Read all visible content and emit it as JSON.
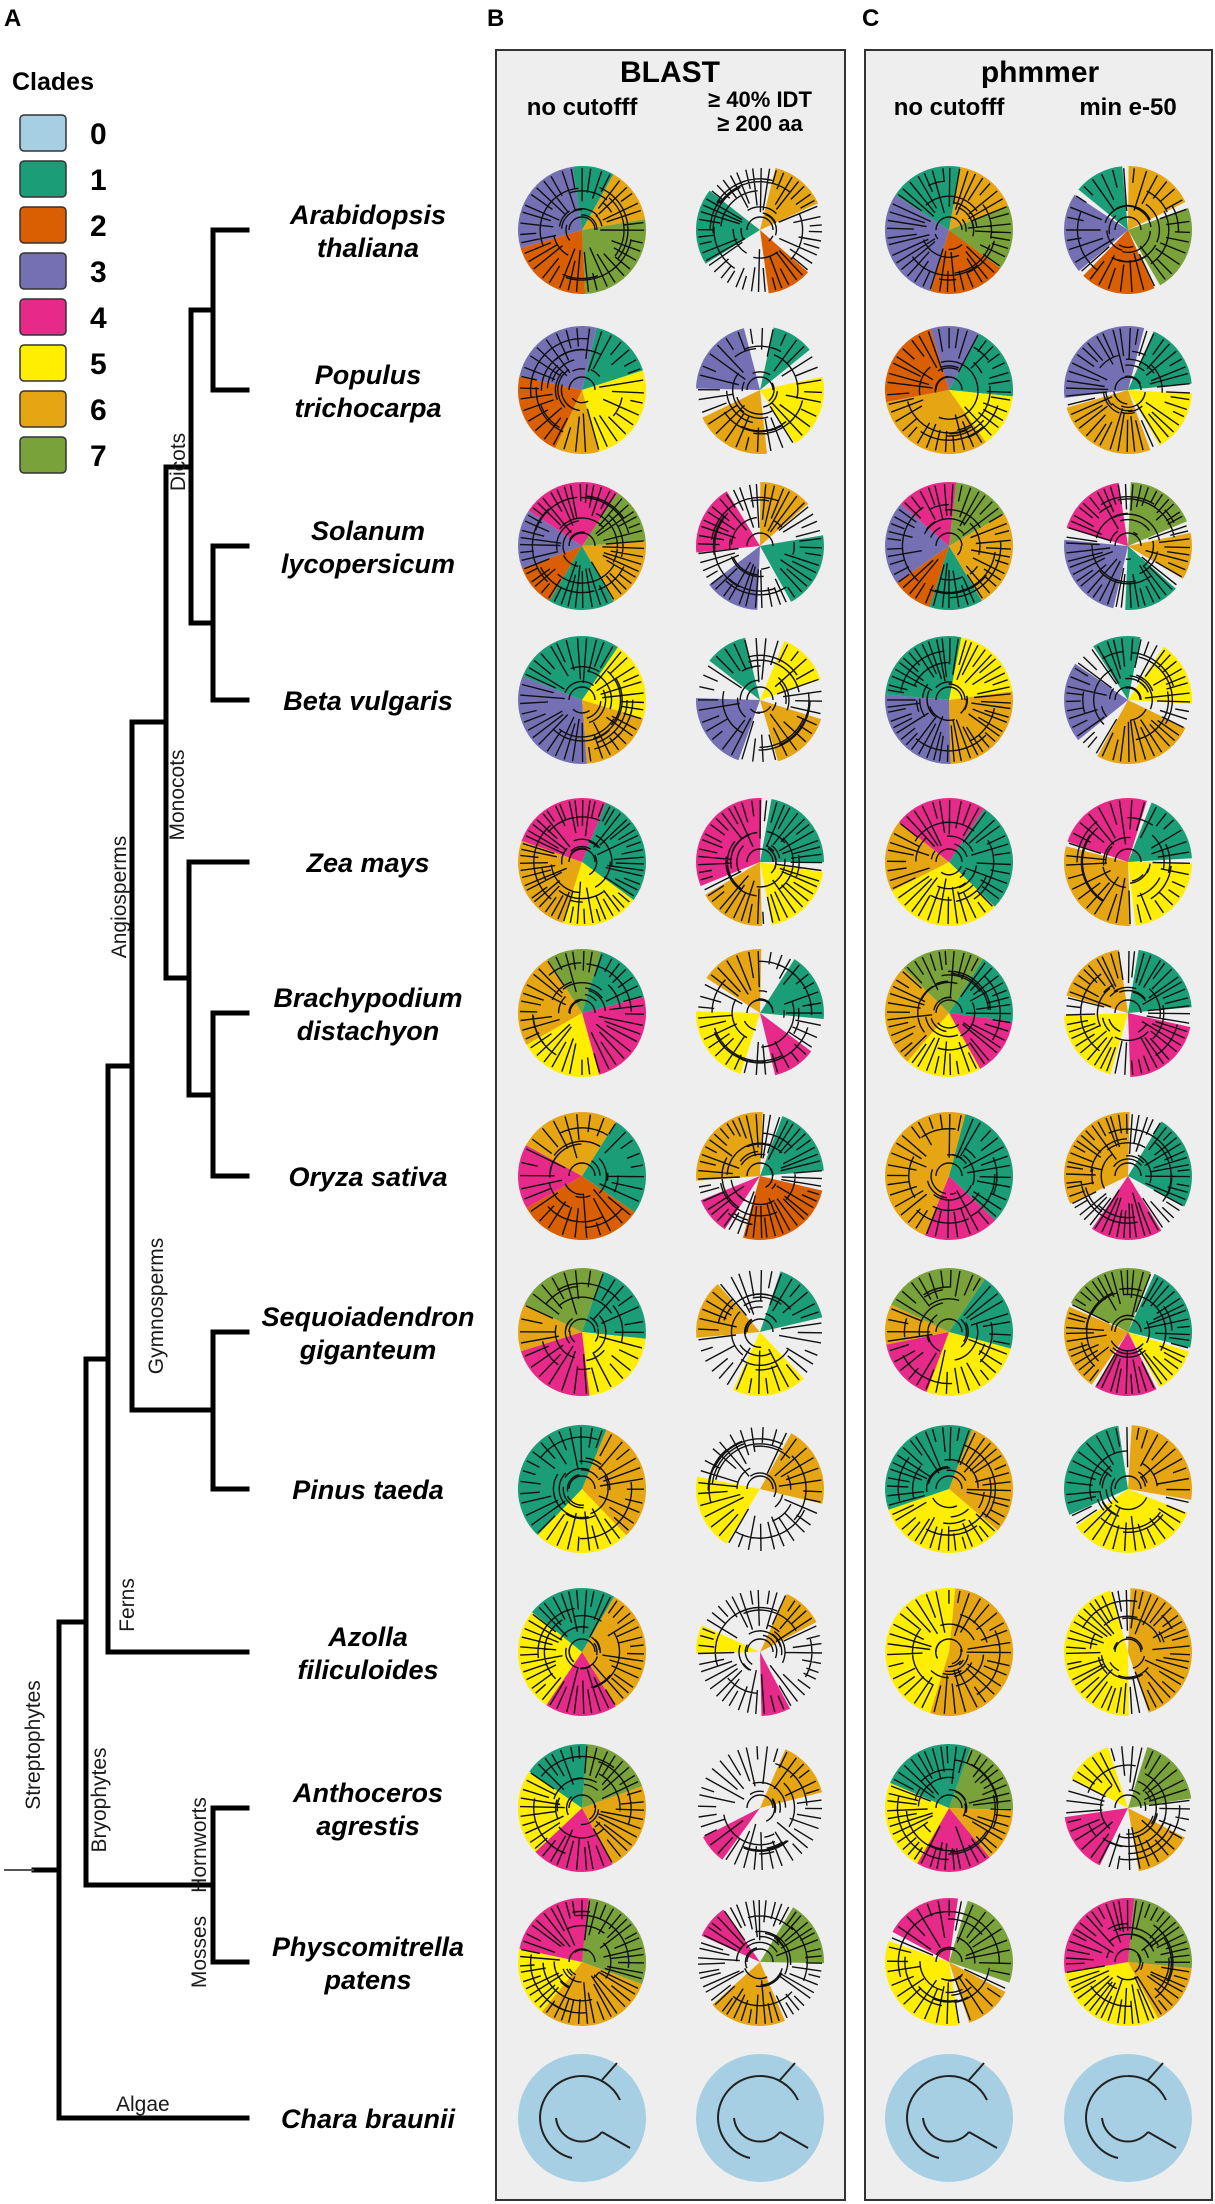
{
  "panels": {
    "a": "A",
    "b": "B",
    "c": "C"
  },
  "legend": {
    "title": "Clades",
    "items": [
      {
        "label": "0",
        "color": "#a6cfe3"
      },
      {
        "label": "1",
        "color": "#1b9e77"
      },
      {
        "label": "2",
        "color": "#d95f02"
      },
      {
        "label": "3",
        "color": "#7570b3"
      },
      {
        "label": "4",
        "color": "#e7298a"
      },
      {
        "label": "5",
        "color": "#ffee00"
      },
      {
        "label": "6",
        "color": "#e6a614"
      },
      {
        "label": "7",
        "color": "#7aa23a"
      }
    ]
  },
  "panel_b": {
    "title": "BLAST",
    "col1": "no cutofff",
    "col2_line1": "≥ 40% IDT",
    "col2_line2": "≥ 200 aa"
  },
  "panel_c": {
    "title": "phmmer",
    "col1": "no cutofff",
    "col2": "min e-50"
  },
  "groups": {
    "dicots": "Dicots",
    "monocots": "Monocots",
    "angiosperms": "Angiosperms",
    "gymnosperms": "Gymnosperms",
    "ferns": "Ferns",
    "streptophytes": "Streptophytes",
    "bryophytes": "Bryophytes",
    "hornworts": "Hornworts",
    "mosses": "Mosses",
    "algae": "Algae"
  },
  "species": [
    {
      "line1": "Arabidopsis",
      "line2": "thaliana",
      "trees": [
        {
          "fill": [
            6,
            7,
            2,
            3,
            1
          ],
          "white": 0
        },
        {
          "fill": [
            6,
            2,
            1
          ],
          "white": 0.55
        },
        {
          "fill": [
            6,
            7,
            2,
            3,
            1
          ],
          "white": 0
        },
        {
          "fill": [
            6,
            7,
            2,
            3,
            1
          ],
          "white": 0.08
        }
      ]
    },
    {
      "line1": "Populus",
      "line2": "trichocarpa",
      "trees": [
        {
          "fill": [
            1,
            5,
            6,
            2,
            3
          ],
          "white": 0
        },
        {
          "fill": [
            1,
            5,
            6,
            3
          ],
          "white": 0.3
        },
        {
          "fill": [
            1,
            5,
            6,
            2,
            3
          ],
          "white": 0
        },
        {
          "fill": [
            1,
            5,
            6,
            3
          ],
          "white": 0.1
        }
      ]
    },
    {
      "line1": "Solanum",
      "line2": "lycopersicum",
      "trees": [
        {
          "fill": [
            7,
            6,
            1,
            2,
            3,
            4
          ],
          "white": 0
        },
        {
          "fill": [
            6,
            1,
            3,
            4
          ],
          "white": 0.35
        },
        {
          "fill": [
            7,
            6,
            1,
            2,
            3,
            4
          ],
          "white": 0
        },
        {
          "fill": [
            7,
            6,
            1,
            3,
            4
          ],
          "white": 0.15
        }
      ]
    },
    {
      "line1": "Beta vulgaris",
      "line2": "",
      "trees": [
        {
          "fill": [
            5,
            6,
            3,
            1
          ],
          "white": 0
        },
        {
          "fill": [
            5,
            6,
            3,
            1
          ],
          "white": 0.4
        },
        {
          "fill": [
            5,
            6,
            3,
            1
          ],
          "white": 0
        },
        {
          "fill": [
            5,
            6,
            3,
            1
          ],
          "white": 0.25
        }
      ]
    },
    {
      "line1": "Zea mays",
      "line2": "",
      "trees": [
        {
          "fill": [
            1,
            5,
            6,
            4
          ],
          "white": 0
        },
        {
          "fill": [
            1,
            5,
            6,
            4
          ],
          "white": 0.1
        },
        {
          "fill": [
            1,
            5,
            6,
            4
          ],
          "white": 0
        },
        {
          "fill": [
            1,
            5,
            6,
            4
          ],
          "white": 0.05
        }
      ]
    },
    {
      "line1": "Brachypodium",
      "line2": "distachyon",
      "trees": [
        {
          "fill": [
            1,
            4,
            5,
            6,
            7
          ],
          "white": 0
        },
        {
          "fill": [
            1,
            4,
            5,
            6
          ],
          "white": 0.35
        },
        {
          "fill": [
            1,
            4,
            5,
            6,
            7
          ],
          "white": 0
        },
        {
          "fill": [
            1,
            4,
            5,
            6
          ],
          "white": 0.2
        }
      ]
    },
    {
      "line1": "Oryza sativa",
      "line2": "",
      "trees": [
        {
          "fill": [
            1,
            2,
            4,
            6
          ],
          "white": 0
        },
        {
          "fill": [
            1,
            2,
            4,
            6
          ],
          "white": 0.2
        },
        {
          "fill": [
            1,
            4,
            6
          ],
          "white": 0
        },
        {
          "fill": [
            1,
            4,
            6
          ],
          "white": 0.25
        }
      ]
    },
    {
      "line1": "Sequoiadendron",
      "line2": "giganteum",
      "trees": [
        {
          "fill": [
            1,
            5,
            4,
            6,
            7
          ],
          "white": 0
        },
        {
          "fill": [
            1,
            5,
            6
          ],
          "white": 0.5
        },
        {
          "fill": [
            1,
            5,
            4,
            6,
            7
          ],
          "white": 0
        },
        {
          "fill": [
            1,
            5,
            4,
            6,
            7
          ],
          "white": 0.05
        }
      ]
    },
    {
      "line1": "Pinus taeda",
      "line2": "",
      "trees": [
        {
          "fill": [
            6,
            5,
            1
          ],
          "white": 0
        },
        {
          "fill": [
            6,
            5
          ],
          "white": 0.6
        },
        {
          "fill": [
            6,
            5,
            1
          ],
          "white": 0
        },
        {
          "fill": [
            6,
            5,
            1
          ],
          "white": 0.1
        }
      ]
    },
    {
      "line1": "Azolla",
      "line2": "filiculoides",
      "trees": [
        {
          "fill": [
            6,
            4,
            5,
            1
          ],
          "white": 0
        },
        {
          "fill": [
            6,
            4,
            5
          ],
          "white": 0.75
        },
        {
          "fill": [
            6,
            5
          ],
          "white": 0
        },
        {
          "fill": [
            6,
            5
          ],
          "white": 0.1
        }
      ]
    },
    {
      "line1": "Anthoceros",
      "line2": "agrestis",
      "trees": [
        {
          "fill": [
            7,
            6,
            4,
            5,
            1
          ],
          "white": 0
        },
        {
          "fill": [
            6,
            4
          ],
          "white": 0.78
        },
        {
          "fill": [
            7,
            6,
            4,
            5,
            1
          ],
          "white": 0
        },
        {
          "fill": [
            7,
            6,
            4,
            5
          ],
          "white": 0.4
        }
      ]
    },
    {
      "line1": "Physcomitrella",
      "line2": "patens",
      "trees": [
        {
          "fill": [
            7,
            6,
            5,
            4
          ],
          "white": 0
        },
        {
          "fill": [
            7,
            6,
            4
          ],
          "white": 0.55
        },
        {
          "fill": [
            7,
            6,
            5,
            4
          ],
          "white": 0.1
        },
        {
          "fill": [
            7,
            6,
            5,
            4
          ],
          "white": 0
        }
      ]
    },
    {
      "line1": "Chara braunii",
      "line2": "",
      "trees": [
        {
          "fill": [
            0
          ],
          "white": 0
        },
        {
          "fill": [
            0
          ],
          "white": 0
        },
        {
          "fill": [
            0
          ],
          "white": 0
        },
        {
          "fill": [
            0
          ],
          "white": 0
        }
      ]
    }
  ]
}
